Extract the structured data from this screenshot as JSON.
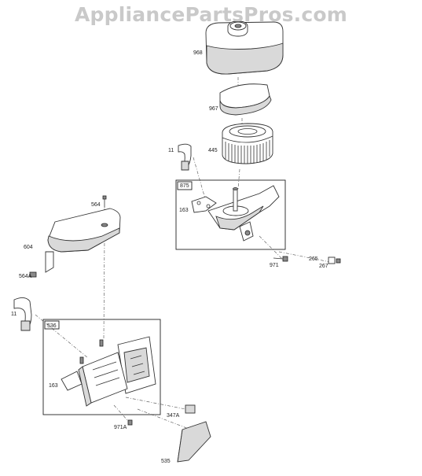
{
  "watermark": "AppliancePartsPros.com",
  "labels": {
    "p968": "968",
    "p967": "967",
    "p11_top": "11",
    "p445": "445",
    "p875": "875",
    "p163_top": "163",
    "p564": "564",
    "p604": "604",
    "p564A": "564A",
    "p971": "971",
    "p265": "265",
    "p267": "267",
    "p11_bottom": "11",
    "p536": "536",
    "p163_bottom": "163",
    "p347A": "347A",
    "p971A": "971A",
    "p535": "535"
  }
}
